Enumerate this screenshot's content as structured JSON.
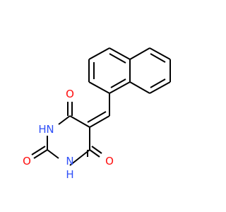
{
  "molecule": {
    "colors": {
      "bond": "#000000",
      "oxygen": "#ff0d0d",
      "nitrogen": "#3050f8",
      "background": "#ffffff"
    },
    "labels": {
      "o_top": "O",
      "nh_top": "H",
      "n_top": "N",
      "o_left": "O",
      "n_bottom": "N",
      "nh_bottom": "H",
      "o_bottom": "O"
    }
  }
}
